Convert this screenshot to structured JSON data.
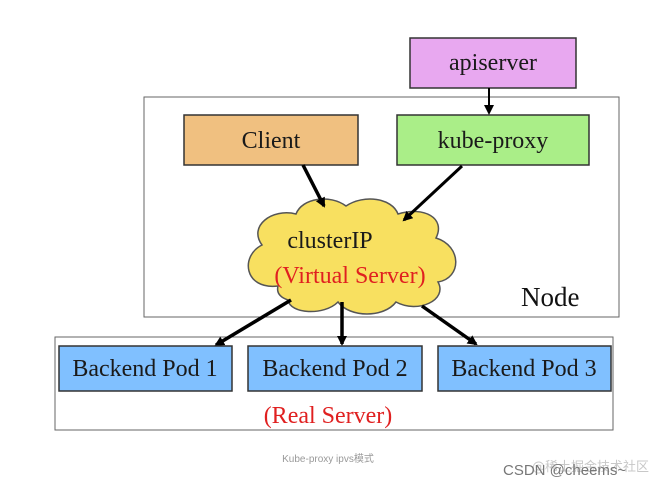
{
  "diagram": {
    "apiserver": "apiserver",
    "kube_proxy": "kube-proxy",
    "client": "Client",
    "cluster_ip": "clusterIP",
    "virtual_server": "(Virtual Server)",
    "node": "Node",
    "pods": [
      "Backend Pod 1",
      "Backend Pod 2",
      "Backend Pod 3"
    ],
    "real_server": "(Real Server)",
    "colors": {
      "apiserver": "#e8a8f0",
      "kube_proxy": "#aaee88",
      "client": "#f0c080",
      "cloud": "#f8e060",
      "pod": "#80c0ff",
      "accent_red": "#e02020"
    }
  },
  "caption": "Kube-proxy ipvs模式",
  "watermark": "CSDN @cheems~",
  "watermark_cn": "@稀土掘金技术社区"
}
